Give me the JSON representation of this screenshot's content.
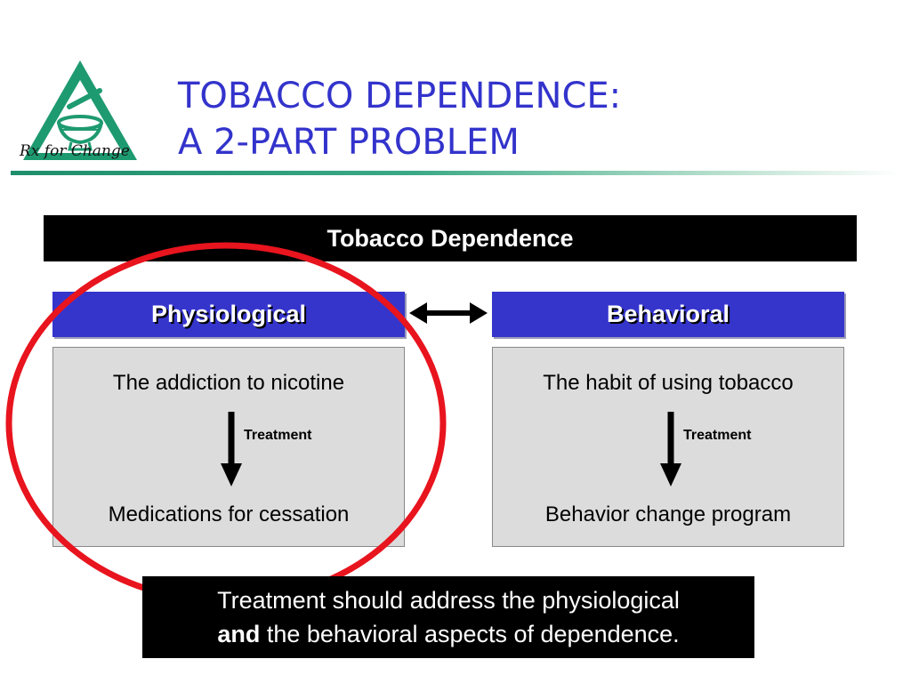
{
  "logo": {
    "caption": "Rx for Change",
    "icon": "mortar-and-pestle-triangle-logo",
    "colors": {
      "triangle": "#1e9a70",
      "fill": "#ffffff"
    }
  },
  "title": {
    "line1": "TOBACCO DEPENDENCE:",
    "line2": "A 2-PART PROBLEM",
    "color": "#3333cc"
  },
  "banner": {
    "label": "Tobacco Dependence"
  },
  "columns": [
    {
      "header": "Physiological",
      "top_text": "The addiction to nicotine",
      "arrow_label": "Treatment",
      "bottom_text": "Medications for cessation"
    },
    {
      "header": "Behavioral",
      "top_text": "The habit of using tobacco",
      "arrow_label": "Treatment",
      "bottom_text": "Behavior change program"
    }
  ],
  "statement": {
    "line1": "Treatment should address the physiological",
    "bold": "and",
    "line2_rest": " the behavioral aspects of dependence."
  },
  "colors": {
    "header_bg": "#3535cc",
    "box_bg": "#dcdcdc",
    "highlight_circle": "#e8141e",
    "accent_line": "#1e8e6a"
  }
}
